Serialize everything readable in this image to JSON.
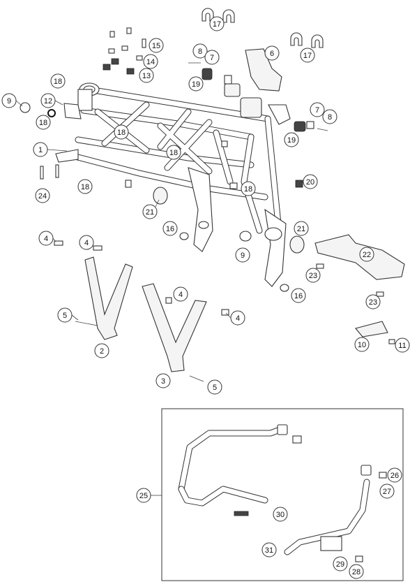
{
  "callouts": [
    {
      "id": "c17a",
      "label": "17"
    },
    {
      "id": "c17b",
      "label": "17"
    },
    {
      "id": "c15",
      "label": "15"
    },
    {
      "id": "c14",
      "label": "14"
    },
    {
      "id": "c13",
      "label": "13"
    },
    {
      "id": "c8a",
      "label": "8"
    },
    {
      "id": "c7a",
      "label": "7"
    },
    {
      "id": "c6",
      "label": "6"
    },
    {
      "id": "c19a",
      "label": "19"
    },
    {
      "id": "c18a",
      "label": "18"
    },
    {
      "id": "c9a",
      "label": "9"
    },
    {
      "id": "c12",
      "label": "12"
    },
    {
      "id": "c18b",
      "label": "18"
    },
    {
      "id": "c18c",
      "label": "18"
    },
    {
      "id": "c7b",
      "label": "7"
    },
    {
      "id": "c8b",
      "label": "8"
    },
    {
      "id": "c19b",
      "label": "19"
    },
    {
      "id": "c1",
      "label": "1"
    },
    {
      "id": "c18d",
      "label": "18"
    },
    {
      "id": "c24",
      "label": "24"
    },
    {
      "id": "c18e",
      "label": "18"
    },
    {
      "id": "c20",
      "label": "20"
    },
    {
      "id": "c18f",
      "label": "18"
    },
    {
      "id": "c21a",
      "label": "21"
    },
    {
      "id": "c16a",
      "label": "16"
    },
    {
      "id": "c21b",
      "label": "21"
    },
    {
      "id": "c4a",
      "label": "4"
    },
    {
      "id": "c4b",
      "label": "4"
    },
    {
      "id": "c9b",
      "label": "9"
    },
    {
      "id": "c22",
      "label": "22"
    },
    {
      "id": "c23a",
      "label": "23"
    },
    {
      "id": "c16b",
      "label": "16"
    },
    {
      "id": "c4c",
      "label": "4"
    },
    {
      "id": "c23b",
      "label": "23"
    },
    {
      "id": "c5a",
      "label": "5"
    },
    {
      "id": "c4d",
      "label": "4"
    },
    {
      "id": "c2",
      "label": "2"
    },
    {
      "id": "c10",
      "label": "10"
    },
    {
      "id": "c11",
      "label": "11"
    },
    {
      "id": "c3",
      "label": "3"
    },
    {
      "id": "c5b",
      "label": "5"
    },
    {
      "id": "c26",
      "label": "26"
    },
    {
      "id": "c27",
      "label": "27"
    },
    {
      "id": "c25",
      "label": "25"
    },
    {
      "id": "c30",
      "label": "30"
    },
    {
      "id": "c31",
      "label": "31"
    },
    {
      "id": "c29",
      "label": "29"
    },
    {
      "id": "c28",
      "label": "28"
    }
  ],
  "colors": {
    "line": "#333333",
    "background": "#ffffff",
    "dark_part": "#444444"
  }
}
